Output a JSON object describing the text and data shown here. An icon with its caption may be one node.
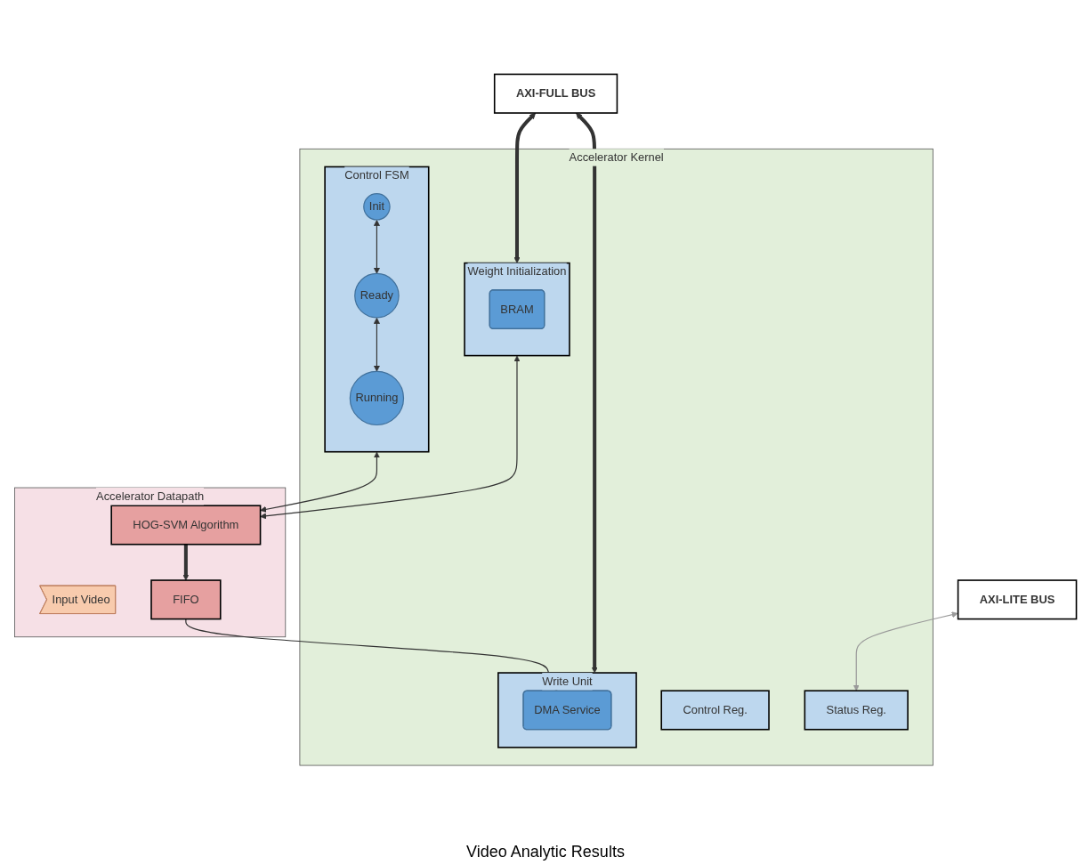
{
  "diagram": {
    "nodes": [
      {
        "text": [
          "AXI-FULL BUS"
        ]
      },
      {
        "text": [
          "AXI-LITE BUS"
        ]
      },
      {
        "text": [
          "Accelerator Kernel"
        ]
      },
      {
        "text": [
          "Control Reg."
        ],
        "in": 2
      },
      {
        "text": [
          "Status Reg."
        ],
        "in": 2
      },
      {
        "text": [
          "Control FSM"
        ],
        "in": 2
      },
      {
        "text": [
          "Init"
        ],
        "in": 5
      },
      {
        "text": [
          "Ready"
        ],
        "in": 5
      },
      {
        "text": [
          "Running"
        ],
        "in": 5
      },
      {
        "text": [
          "Weight Initialization"
        ],
        "in": 2
      },
      {
        "text": [
          "BRAM"
        ],
        "in": 9
      },
      {
        "text": [
          "Write Unit"
        ],
        "in": 2
      },
      {
        "text": [
          "DMA Service"
        ],
        "in": 11
      },
      {
        "text": [
          "Accelerator Datapath"
        ]
      },
      {
        "text": [
          "Input Video"
        ],
        "in": 13
      },
      {
        "text": [
          "HOG-SVM Algorithm"
        ],
        "in": 13
      },
      {
        "text": [
          "FIFO"
        ],
        "in": 13
      }
    ],
    "edges": [
      {
        "from": 1,
        "to": 4,
        "arrow": "both",
        "color": "#9a9a9a"
      },
      {
        "from": 0,
        "to": 9,
        "arrow": "both",
        "style": "thick"
      },
      {
        "from": 0,
        "to": 11,
        "arrow": "both",
        "style": "thick"
      },
      {
        "from": 6,
        "to": 7,
        "arrow": "both"
      },
      {
        "from": 7,
        "to": 8,
        "arrow": "both"
      },
      {
        "from": 5,
        "to": 15,
        "arrow": "both"
      },
      {
        "from": 9,
        "to": 15,
        "arrow": "both"
      },
      {
        "from": 15,
        "to": 16,
        "arrow": "to",
        "style": "thick"
      },
      {
        "from": 16,
        "to": 12,
        "arrow": "to"
      }
    ],
    "labels": [
      "Video Analytic Results"
    ]
  }
}
